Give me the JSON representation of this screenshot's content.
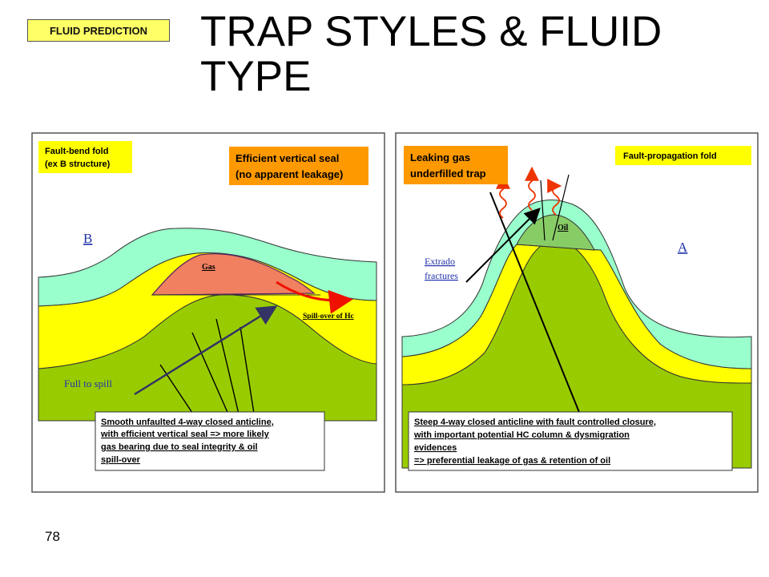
{
  "header": {
    "tag": "FLUID PREDICTION",
    "title": "TRAP STYLES & FLUID\n      TYPE"
  },
  "left_panel": {
    "fold_label": [
      "Fault-bend fold",
      "(ex B structure)"
    ],
    "seal_label": [
      "Efficient vertical seal",
      "(no apparent leakage)"
    ],
    "marker": "B",
    "gas_label": "Gas",
    "spill_label": "Spill-over of Hc",
    "full_label": "Full to spill",
    "caption": [
      "Smooth unfaulted 4-way closed anticline,",
      "with efficient vertical seal => more likely",
      "gas bearing due to seal integrity & oil",
      "spill-over"
    ]
  },
  "right_panel": {
    "leak_label": [
      "Leaking gas",
      "underfilled trap"
    ],
    "fold_label": "Fault-propagation fold",
    "oil_label": "Oil",
    "marker": "A",
    "fracture_label": [
      "Extrado",
      "fractures"
    ],
    "caption": [
      "Steep 4-way closed anticline with fault controlled closure,",
      "with important potential HC column & dysmigration",
      "evidences",
      "=> preferential leakage of gas & retention of oil"
    ]
  },
  "page_number": "78",
  "colors": {
    "cyan_layer": "#99ffcc",
    "yellow_layer": "#ffff00",
    "green_layer": "#99cc00",
    "gas": "#f08060",
    "oil_zone": "#88cc66",
    "orange_box": "#ff9900",
    "yellow_box": "#ffff00",
    "spill_arrow": "#ee1100"
  }
}
